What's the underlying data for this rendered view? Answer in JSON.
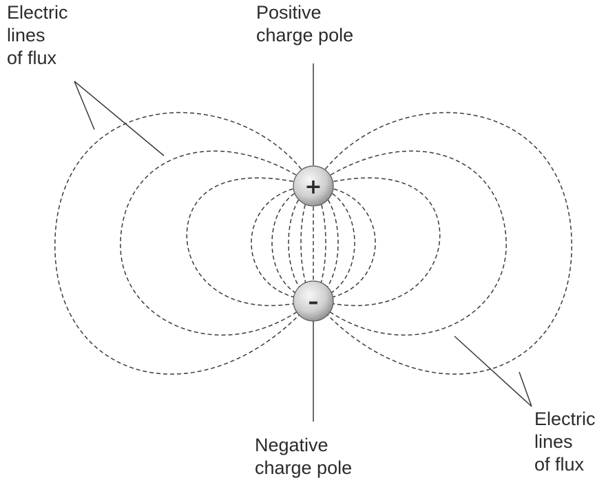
{
  "labels": {
    "flux_top": [
      "Electric",
      "lines",
      "of flux"
    ],
    "positive_pole": [
      "Positive",
      "charge pole"
    ],
    "negative_pole": [
      "Negative",
      "charge pole"
    ],
    "flux_bottom": [
      "Electric",
      "lines",
      "of flux"
    ]
  },
  "poles": {
    "positive_sign": "+",
    "negative_sign": "–"
  },
  "colors": {
    "line": "#3a3a3a",
    "text": "#2b2b2b",
    "pole_light": "#f4f4f4",
    "pole_dark": "#8e8e8e"
  }
}
